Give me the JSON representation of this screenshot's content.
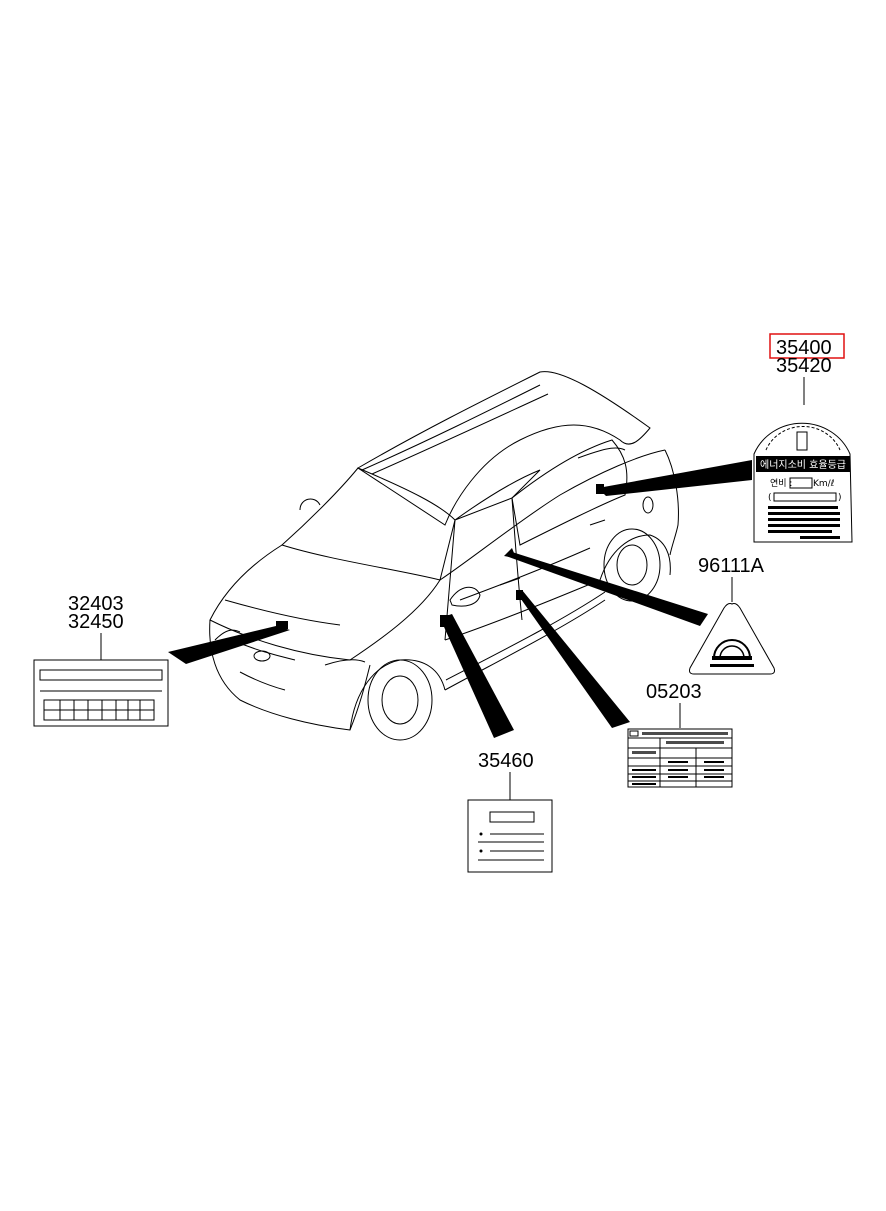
{
  "part_numbers": {
    "p35400": "35400",
    "p35420": "35420",
    "p96111A": "96111A",
    "p05203": "05203",
    "p32403": "32403",
    "p32450": "32450",
    "p35460": "35460"
  },
  "fuel_label": {
    "title": "에너지소비 효율등급",
    "efficiency_prefix": "연비 :",
    "efficiency_unit": "Km/ℓ",
    "paren_open": "(",
    "paren_close": ")"
  },
  "highlight_color": "#e01010"
}
